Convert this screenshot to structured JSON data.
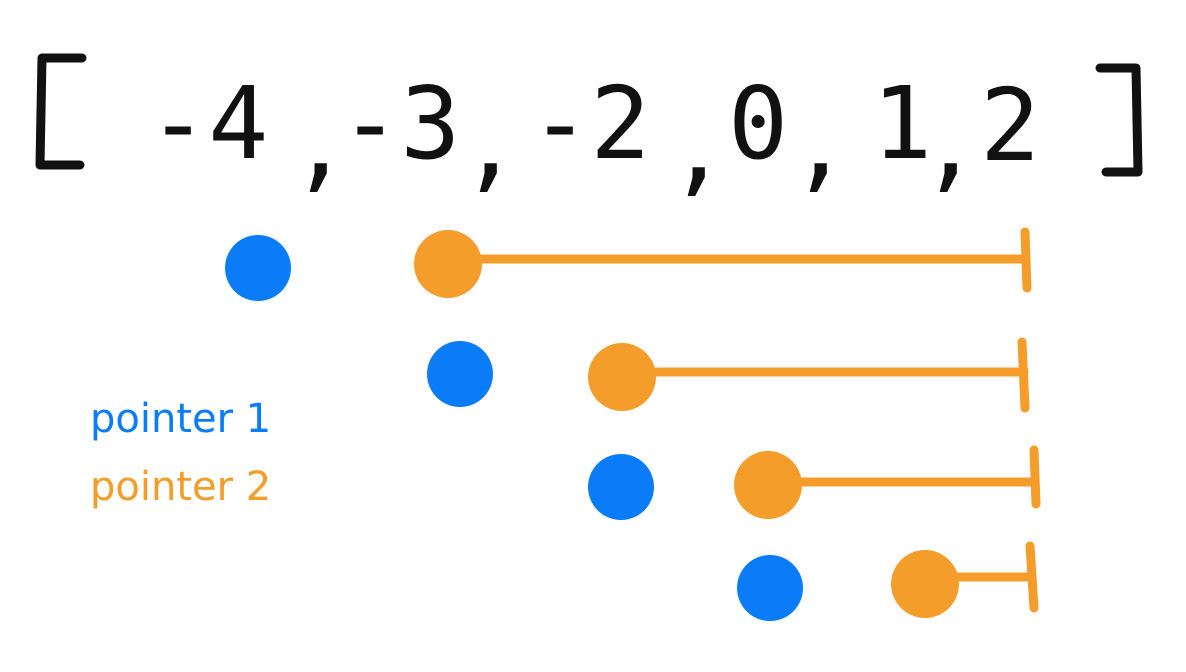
{
  "colors": {
    "pointer1": "#0a7cf7",
    "pointer2": "#f59d2a",
    "ink": "#111111"
  },
  "array": {
    "open_bracket": "[",
    "close_bracket": "]",
    "elements": [
      "-4",
      "-3",
      "-2",
      "0",
      "1",
      "2"
    ],
    "separators": [
      ",",
      ",",
      ",",
      ",",
      ","
    ]
  },
  "legend": {
    "pointer1_label": "pointer 1",
    "pointer2_label": "pointer 2"
  },
  "steps": [
    {
      "pointer1_index": 0,
      "pointer2_index": 1,
      "range_end_index": 5
    },
    {
      "pointer1_index": 1,
      "pointer2_index": 2,
      "range_end_index": 5
    },
    {
      "pointer1_index": 2,
      "pointer2_index": 3,
      "range_end_index": 5
    },
    {
      "pointer1_index": 3,
      "pointer2_index": 4,
      "range_end_index": 5
    }
  ]
}
